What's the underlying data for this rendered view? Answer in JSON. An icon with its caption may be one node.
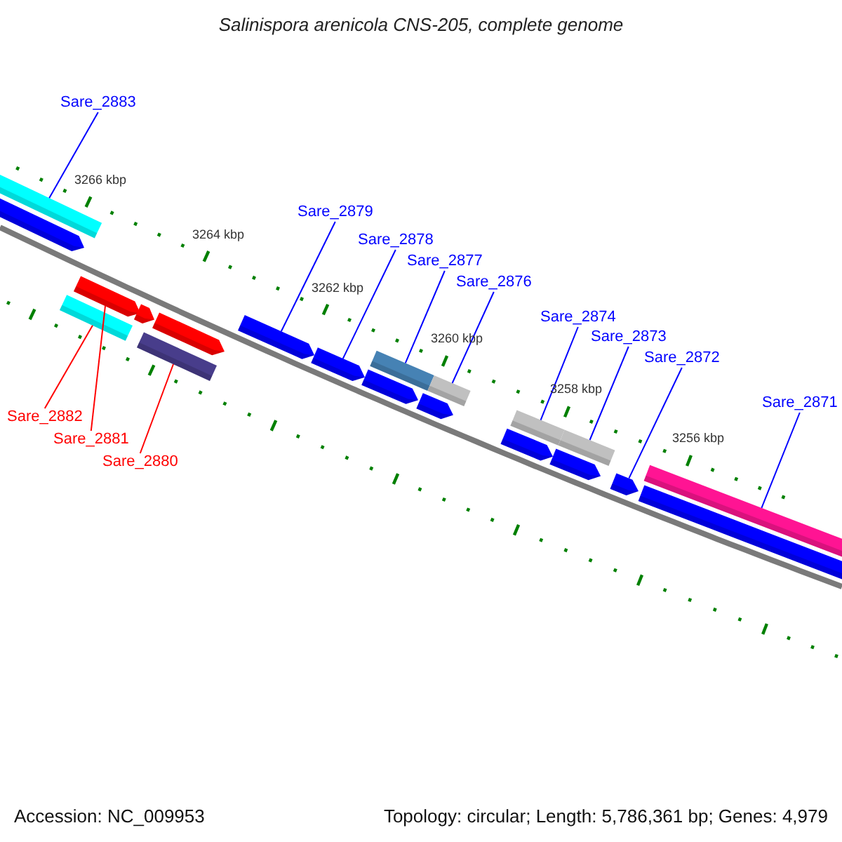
{
  "diagram": {
    "title": "Salinispora arenicola CNS-205, complete genome",
    "nodes": [
      {
        "text": [
          "Sare_2883"
        ]
      },
      {
        "text": [
          "Sare_2879"
        ]
      },
      {
        "text": [
          "Sare_2878"
        ]
      },
      {
        "text": [
          "Sare_2877"
        ]
      },
      {
        "text": [
          "Sare_2876"
        ]
      },
      {
        "text": [
          "Sare_2874"
        ]
      },
      {
        "text": [
          "Sare_2873"
        ]
      },
      {
        "text": [
          "Sare_2872"
        ]
      },
      {
        "text": [
          "Sare_2871"
        ]
      },
      {
        "text": [
          "Sare_2882"
        ]
      },
      {
        "text": [
          "Sare_2881"
        ]
      },
      {
        "text": [
          "Sare_2880"
        ]
      },
      {
        "text": [],
        "shape": "bar"
      },
      {
        "text": [],
        "shape": "arrow"
      },
      {
        "text": [],
        "shape": "bar"
      },
      {
        "text": [],
        "shape": "arrow"
      },
      {
        "text": [],
        "shape": "arrow"
      },
      {
        "text": [],
        "shape": "bar"
      },
      {
        "text": [],
        "shape": "arrow"
      },
      {
        "text": [],
        "shape": "arrow"
      },
      {
        "text": [],
        "shape": "arrow"
      },
      {
        "text": [],
        "shape": "arrow"
      },
      {
        "text": [],
        "shape": "bar"
      },
      {
        "text": [],
        "shape": "arrow"
      },
      {
        "text": [],
        "shape": "bar"
      },
      {
        "text": [],
        "shape": "arrow"
      },
      {
        "text": [],
        "shape": "bar"
      },
      {
        "text": [],
        "shape": "arrow"
      },
      {
        "text": [],
        "shape": "bar"
      },
      {
        "text": [],
        "shape": "arrow"
      },
      {
        "text": [],
        "shape": "arrow"
      },
      {
        "text": [],
        "shape": "bar"
      }
    ],
    "edges": [
      {
        "from": 0,
        "to": 12,
        "arrow": "none"
      },
      {
        "from": 1,
        "to": 19,
        "arrow": "none"
      },
      {
        "from": 2,
        "to": 20,
        "arrow": "none"
      },
      {
        "from": 3,
        "to": 22,
        "arrow": "none"
      },
      {
        "from": 4,
        "to": 24,
        "arrow": "none"
      },
      {
        "from": 5,
        "to": 26,
        "arrow": "none"
      },
      {
        "from": 6,
        "to": 28,
        "arrow": "none"
      },
      {
        "from": 7,
        "to": 29,
        "arrow": "none"
      },
      {
        "from": 8,
        "to": 31,
        "arrow": "none"
      },
      {
        "from": 9,
        "to": 14,
        "arrow": "none",
        "color": "#ff0000"
      },
      {
        "from": 10,
        "to": 15,
        "arrow": "none",
        "color": "#ff0000"
      },
      {
        "from": 11,
        "to": 17,
        "arrow": "none",
        "color": "#ff0000"
      }
    ],
    "labels": [
      "3266 kbp",
      "3264 kbp",
      "3262 kbp",
      "3260 kbp",
      "3258 kbp",
      "3256 kbp",
      "Accession: NC_009953",
      "Topology: circular; Length: 5,786,361 bp; Genes: 4,979"
    ]
  }
}
